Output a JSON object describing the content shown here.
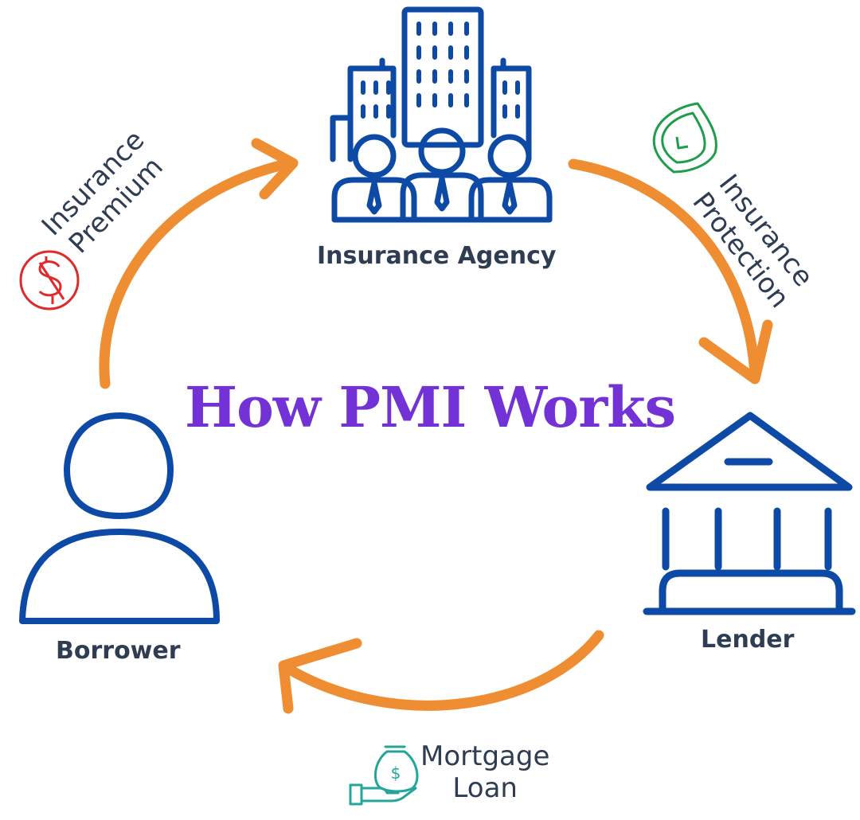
{
  "title": "How PMI Works",
  "nodes": {
    "agency": {
      "label": "Insurance Agency",
      "icon": "insurance-agency-buildings-icon"
    },
    "lender": {
      "label": "Lender",
      "icon": "bank-icon"
    },
    "borrower": {
      "label": "Borrower",
      "icon": "person-icon"
    }
  },
  "flows": {
    "premium": {
      "lines": [
        "Insurance",
        "Premium"
      ],
      "icon": "dollar-circle-icon"
    },
    "protection": {
      "lines": [
        "Insurance",
        "Protection"
      ],
      "icon": "shield-check-icon"
    },
    "mortgage": {
      "lines": [
        "Mortgage",
        "Loan"
      ],
      "icon": "hand-money-bag-icon"
    }
  },
  "colors": {
    "icon_blue": "#0d4aa6",
    "arrow_orange": "#ef8d32",
    "title_purple": "#7232d6",
    "label_dark": "#2f3d52",
    "dollar_red": "#e02a2a",
    "shield_green": "#1f9d4a",
    "money_teal": "#23a59a"
  }
}
